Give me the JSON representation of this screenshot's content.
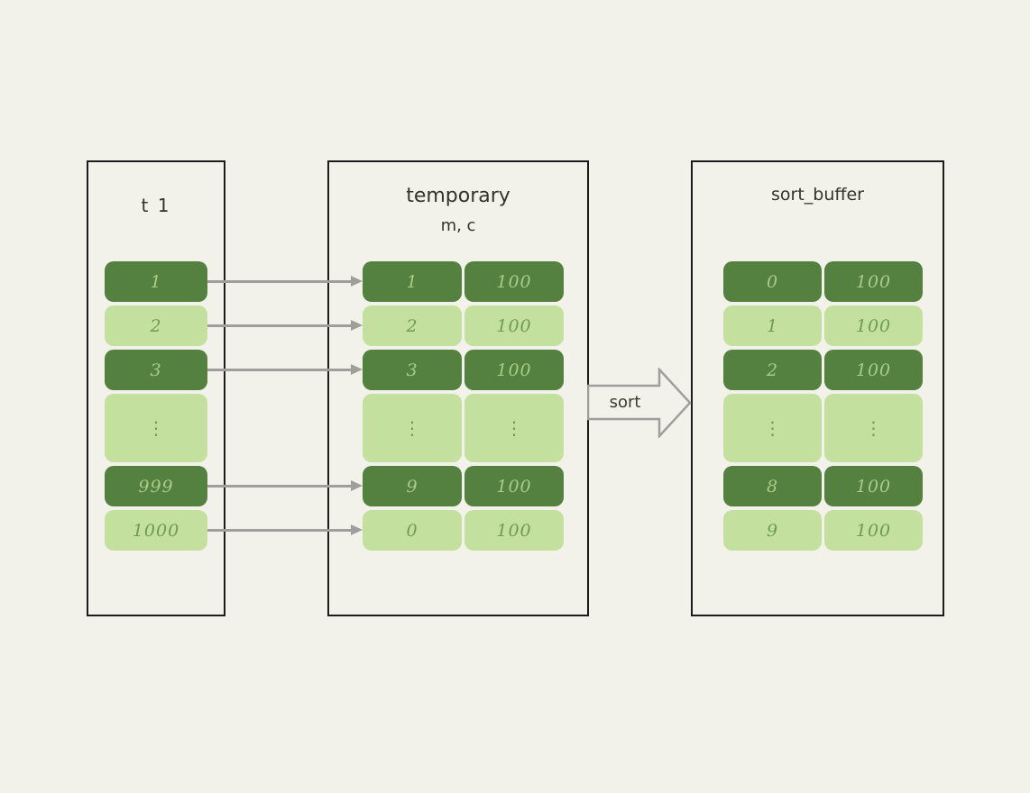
{
  "colors": {
    "background": "#f2f1ea",
    "cell_dark_fill": "#54813f",
    "cell_light_fill": "#c4e09e",
    "text_on_dark": "#abcb87",
    "text_on_light": "#6f9b53",
    "box_border": "#1c1c1c",
    "arrow_gray": "#9e9e9a",
    "title_text": "#34332c"
  },
  "left_table": {
    "title": "t 1",
    "rows": [
      {
        "value": "1"
      },
      {
        "value": "2"
      },
      {
        "value": "3"
      },
      {
        "value": "⋮"
      },
      {
        "value": "999"
      },
      {
        "value": "1000"
      }
    ]
  },
  "middle_table": {
    "title": "temporary",
    "subtitle": "m, c",
    "rows": [
      {
        "m": "1",
        "c": "100"
      },
      {
        "m": "2",
        "c": "100"
      },
      {
        "m": "3",
        "c": "100"
      },
      {
        "m": "⋮",
        "c": "⋮"
      },
      {
        "m": "9",
        "c": "100"
      },
      {
        "m": "0",
        "c": "100"
      }
    ]
  },
  "right_table": {
    "title": "sort_buffer",
    "rows": [
      {
        "m": "0",
        "c": "100"
      },
      {
        "m": "1",
        "c": "100"
      },
      {
        "m": "2",
        "c": "100"
      },
      {
        "m": "⋮",
        "c": "⋮"
      },
      {
        "m": "8",
        "c": "100"
      },
      {
        "m": "9",
        "c": "100"
      }
    ]
  },
  "sort_arrow_label": "sort"
}
